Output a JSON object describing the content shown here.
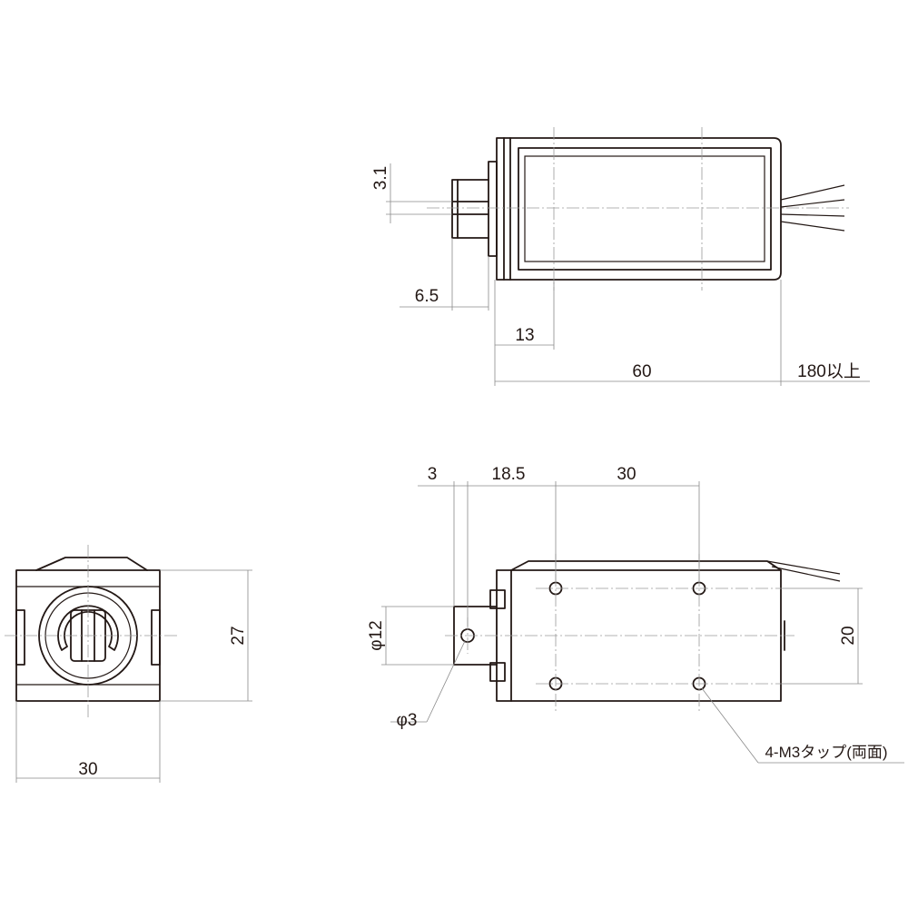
{
  "colors": {
    "line": "#231815",
    "dimension": "#8a8a8a",
    "background": "#ffffff"
  },
  "dimensions": {
    "top_slot": "3.1",
    "top_shaft": "6.5",
    "top_frame": "13",
    "top_length": "60",
    "top_lead": "180以上",
    "side_3": "3",
    "side_18_5": "18.5",
    "side_30": "30",
    "side_phi12": "φ12",
    "side_phi3": "φ3",
    "side_20": "20",
    "side_tap": "4-M3タップ(両面)",
    "end_27": "27",
    "end_30": "30"
  }
}
